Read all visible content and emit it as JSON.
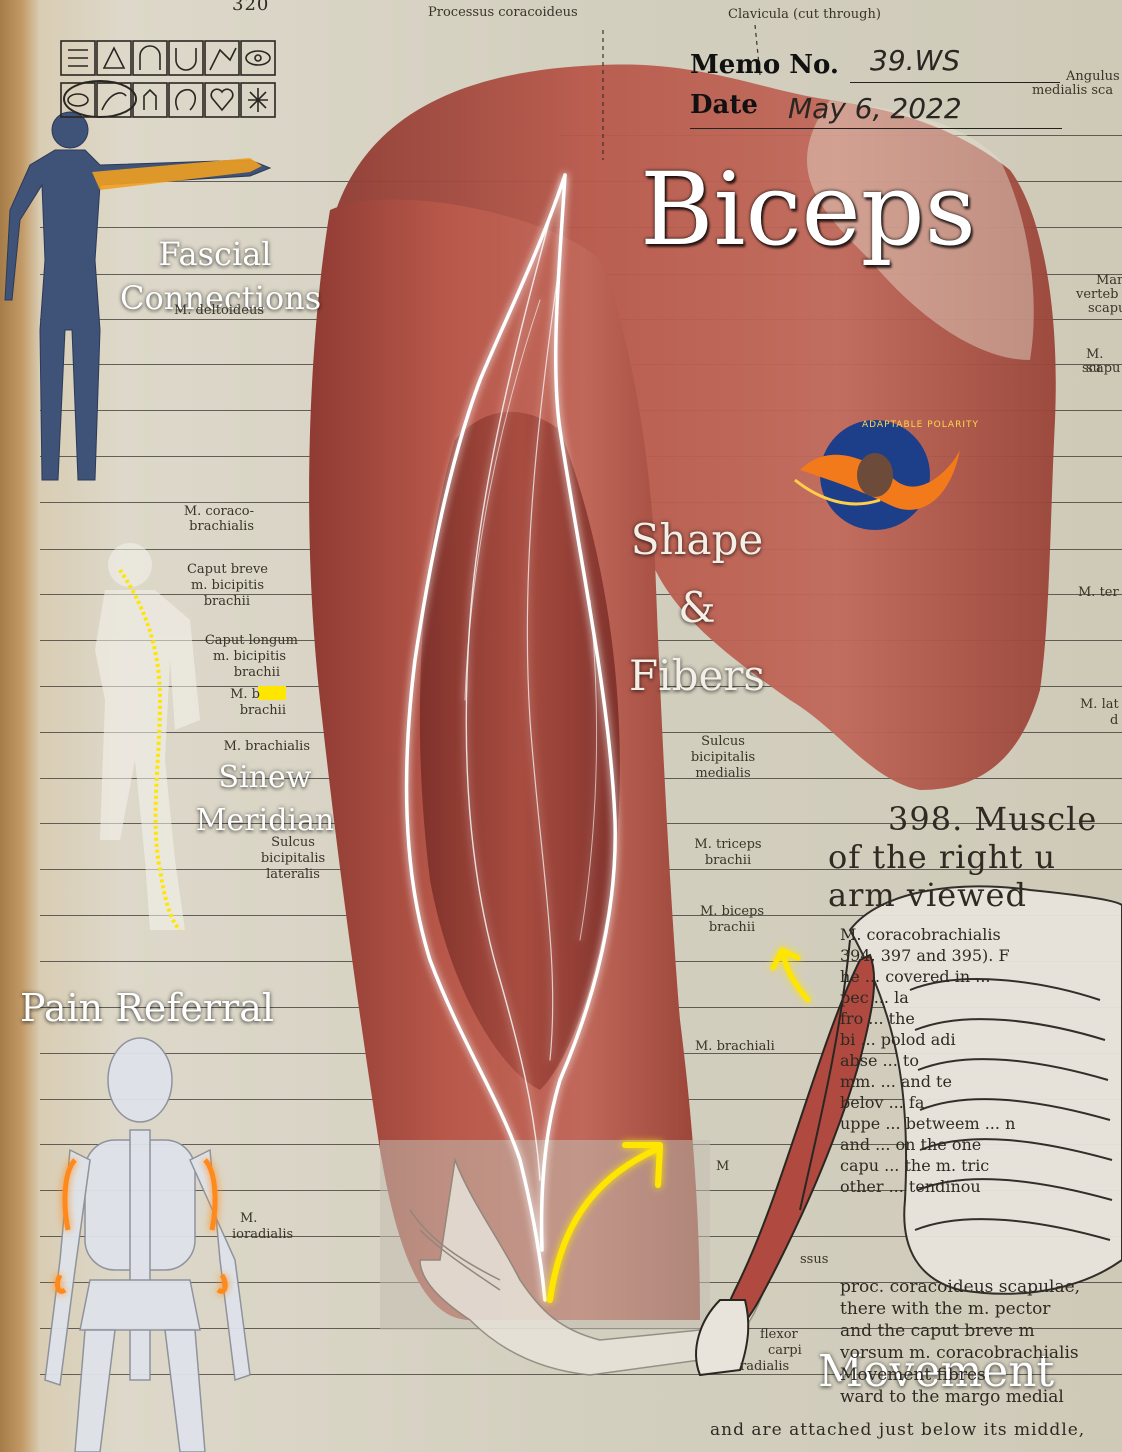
{
  "header": {
    "page_number": "320",
    "label_processus": "Processus coracoideus",
    "label_clavicula": "Clavicula (cut through)",
    "label_angulus": "Angulus",
    "label_medialis": "medialis sca",
    "label_marg_1": "Mar",
    "label_marg_2": "verteb",
    "label_marg_3": "scapu",
    "label_msu_1": "M. su",
    "label_msu_2": "scapu",
    "label_mter": "M. ter",
    "label_mlat_1": "M. lat",
    "label_mlat_2": "d"
  },
  "memo": {
    "memo_label": "Memo No.",
    "memo_value": "39.WS",
    "date_label": "Date",
    "date_value": "May 6, 2022"
  },
  "title": "Biceps",
  "logo_text": "ADAPTABLE POLARITY",
  "sections": {
    "fascial": [
      "Fascial",
      "Connections"
    ],
    "shape": [
      "Shape",
      "&",
      "Fibers"
    ],
    "sinew": [
      "Sinew",
      "Meridian"
    ],
    "pain": "Pain Referral",
    "movement": "Movement"
  },
  "anatomy_labels": {
    "deltoideus": "M. deltoideus",
    "coraco_1": "M. coraco-",
    "coraco_2": "brachialis",
    "caput_breve_1": "Caput breve",
    "caput_breve_2": "m. bicipitis",
    "caput_breve_3": "brachii",
    "caput_longum_1": "Caput longum",
    "caput_longum_2": "m. bicipitis",
    "caput_longum_3": "brachii",
    "m_biceps_small_1": "M. b",
    "m_biceps_small_2": "brachii",
    "brachialis": "M. brachialis",
    "sulcus_med_1": "Sulcus",
    "sulcus_med_2": "bicipitalis",
    "sulcus_med_3": "medialis",
    "sulcus_lat_1": "Sulcus",
    "sulcus_lat_2": "bicipitalis",
    "sulcus_lat_3": "lateralis",
    "triceps_1": "M. triceps",
    "triceps_2": "brachii",
    "biceps_1": "M. biceps",
    "biceps_2": "brachii",
    "brachialis_r": "M. brachiali",
    "brachioradialis_1": "M.",
    "brachioradialis_2": "ioradialis",
    "ssus": "ssus",
    "flexor_1": "flexor",
    "flexor_2": "carpi",
    "flexor_3": "radialis",
    "m_short": "M"
  },
  "book_text": {
    "fig_1": "398. Muscle",
    "fig_2": "of the right u",
    "fig_3": "arm viewed",
    "lines": [
      "M. coracobrachialis",
      "394, 397 and 395). F",
      "he ... covered in ...",
      "pec ... la",
      "fro ... the",
      "bi ... polod adi",
      "abse ... to",
      "mm. ... and te",
      "belov ... fa",
      "uppe ... betweem ... n",
      "and ... on the one",
      "capu ... the m. tric",
      "other ... tendinou",
      "proc. coracoideus scapulae,",
      "there with the m. pector",
      "and the caput breve m",
      "vorsum m. coracobrachialis",
      "Movement fibres",
      "ward to the margo medial",
      "and are attached just below its middle,"
    ]
  },
  "colors": {
    "muscle": "#b8584a",
    "muscle_dark": "#8f3b33",
    "glow_yellow": "#ffe600",
    "pain_orange": "#ff8a1f",
    "figure_blue": "#3f5277"
  },
  "icons": [
    "wave-lines-icon",
    "triangle-icon",
    "arch-icon",
    "cup-icon",
    "figure-icon",
    "eye-icon",
    "oval-muscle-icon",
    "arm-muscle-icon",
    "hand-icon",
    "head-profile-icon",
    "heart-icon",
    "nerve-icon"
  ]
}
